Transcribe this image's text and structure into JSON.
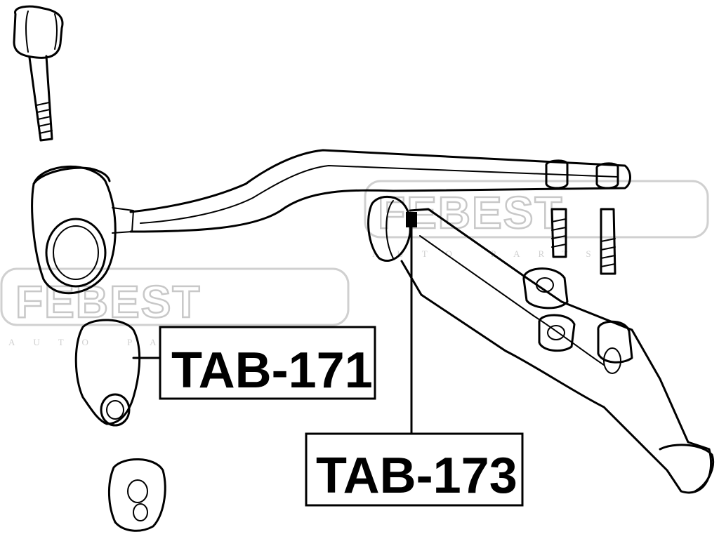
{
  "watermarks": [
    {
      "brand": "FEBEST",
      "sub": "AUTO PARTS"
    },
    {
      "brand": "FEBEST",
      "sub": "AUTO PARTS"
    }
  ],
  "callouts": [
    {
      "part_number": "TAB-171"
    },
    {
      "part_number": "TAB-173"
    }
  ]
}
